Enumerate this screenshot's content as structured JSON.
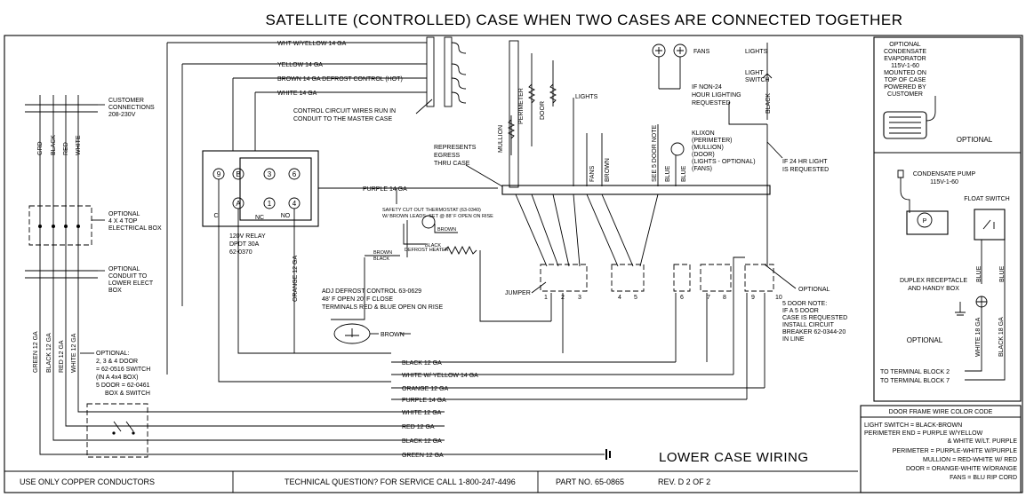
{
  "title": "SATELLITE (CONTROLLED) CASE WHEN TWO CASES ARE CONNECTED TOGETHER",
  "customer": {
    "connections": [
      "CUSTOMER",
      "CONNECTIONS",
      "208-230V"
    ],
    "supply_labels": [
      "GRD",
      "BLACK",
      "RED",
      "WHITE"
    ],
    "top_box": [
      "OPTIONAL",
      "4 X 4 TOP",
      "ELECTRICAL BOX"
    ],
    "conduit": [
      "OPTIONAL",
      "CONDUIT TO",
      "LOWER ELECT",
      "BOX"
    ],
    "gauge_labels": [
      "GREEN 12 GA",
      "BLACK 12 GA",
      "RED 12 GA",
      "WHITE 12 GA"
    ],
    "switch_note": [
      "OPTIONAL:",
      "2, 3 & 4 DOOR",
      "= 62-0516 SWITCH",
      "(IN A 4x4 BOX)",
      "5 DOOR = 62-0461",
      "BOX & SWITCH"
    ]
  },
  "top_wires": [
    "WHT W/YELLOW 14 GA",
    "YELLOW 14 GA",
    "BROWN 14 GA DEFROST CONTROL (HOT)",
    "WHITE 14 GA"
  ],
  "conduit_note": [
    "CONTROL CIRCUIT WIRES RUN IN",
    "CONDUIT TO THE MASTER CASE"
  ],
  "relay": {
    "terminals": [
      "9",
      "B",
      "3",
      "6",
      "A",
      "1",
      "4"
    ],
    "contacts": [
      "C",
      "NC",
      "NO"
    ],
    "spec": [
      "120V RELAY",
      "DPDT 30A",
      "62-0370"
    ]
  },
  "purple_wire": "PURPLE 14 GA",
  "thermostat": [
    "SAFETY CUT OUT THERMOSTAT (63-0340)",
    "W/ BROWN LEADS- SET @ 88' F OPEN ON RISE"
  ],
  "heater": {
    "wires": [
      "BROWN",
      "BLACK",
      "BROWN",
      "BLACK"
    ],
    "label": "DEFROST HEATER"
  },
  "orange_wire": "ORANGE 12 GA",
  "defrost_control": [
    "ADJ DEFROST CONTROL 63-0629",
    "48' F OPEN          20' F CLOSE",
    "TERMINALS RED &  BLUE  OPEN ON RISE"
  ],
  "brown_label": "BROWN",
  "bottom_wires": [
    "BLACK 12 GA",
    "WHITE W/ YELLOW 14 GA",
    "ORANGE 12 GA",
    "PURPLE 14 GA",
    "WHITE 12 GA",
    "RED 12 GA",
    "BLACK 12 GA",
    "GREEN  12 GA"
  ],
  "case_wiring": {
    "fans": "FANS",
    "lights": "LIGHTS",
    "light_switch": [
      "LIGHT",
      "SWITCH"
    ],
    "black": "BLACK",
    "non24": [
      "IF NON-24",
      "HOUR LIGHTING",
      "REQUESTED"
    ],
    "mullion": "MULLION",
    "perimeter": "PERIMETER",
    "door": "DOOR",
    "lights_col": "LIGHTS",
    "egress": [
      "REPRESENTS",
      "EGRESS",
      "THRU CASE"
    ],
    "fans_col": "FANS",
    "brown_col": "BROWN",
    "see5": "SEE 5 DOOR NOTE",
    "blue": "BLUE",
    "klixon": [
      "KLIXON",
      "(PERIMETER)",
      "(MULLION)",
      "(DOOR)",
      "(LIGHTS - OPTIONAL)",
      "(FANS)"
    ],
    "if24": [
      "IF 24 HR LIGHT",
      "IS REQUESTED"
    ],
    "jumper": "JUMPER",
    "block_numbers": [
      "1",
      "2",
      "3",
      "4",
      "5",
      "6",
      "7",
      "8",
      "9",
      "10"
    ],
    "optional": "OPTIONAL",
    "five_door_note": [
      "5 DOOR NOTE:",
      "IF A 5 DOOR",
      "CASE IS REQUESTED",
      "INSTALL CIRCUIT",
      "BREAKER 62-0344-20",
      "IN LINE"
    ]
  },
  "lower_case_wiring": "LOWER CASE WIRING",
  "right_panel": {
    "evaporator": [
      "OPTIONAL",
      "CONDENSATE",
      "EVAPORATOR",
      "115V-1-60",
      "MOUNTED ON",
      "TOP OF CASE",
      "POWERED BY",
      "CUSTOMER"
    ],
    "optional1": "OPTIONAL",
    "pump": [
      "CONDENSATE PUMP",
      "115V-1-60"
    ],
    "pump_symbol": "P",
    "float": "FLOAT SWITCH",
    "blue_labels": [
      "BLUE",
      "BLUE"
    ],
    "duplex": [
      "DUPLEX RECEPTACLE",
      "AND HANDY BOX"
    ],
    "optional2": "OPTIONAL",
    "gauge_labels": [
      "WHITE 18 GA",
      "BLACK 18 GA"
    ],
    "to_block2": "TO TERMINAL BLOCK 2",
    "to_block7": "TO TERMINAL BLOCK 7"
  },
  "color_code": {
    "title": "DOOR FRAME WIRE COLOR CODE",
    "lines": [
      "LIGHT SWITCH = BLACK-BROWN",
      "PERIMETER END = PURPLE W/YELLOW",
      "& WHITE W/LT. PURPLE",
      "PERIMETER = PURPLE-WHITE W/PURPLE",
      "MULLION = RED-WHITE W/ RED",
      "DOOR = ORANGE-WHITE W/ORANGE",
      "FANS = BLU RIP CORD"
    ]
  },
  "footer": {
    "copper": "USE ONLY COPPER CONDUCTORS",
    "technical": "TECHNICAL QUESTION?   FOR SERVICE CALL 1-800-247-4496",
    "part": "PART NO. 65-0865",
    "rev": "REV. D  2 OF 2"
  }
}
